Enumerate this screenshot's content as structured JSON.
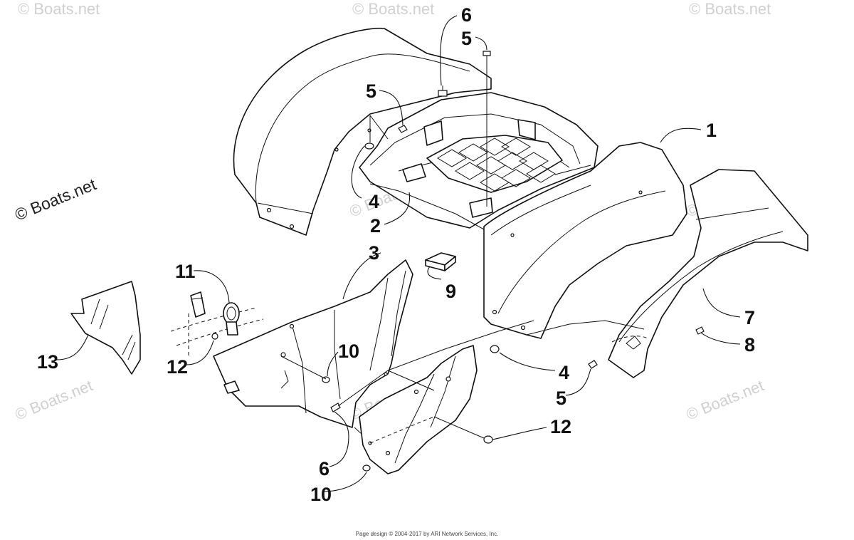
{
  "watermark": {
    "text": "© Boats.net",
    "side_text": "© Boats.net"
  },
  "callouts": {
    "c1": "1",
    "c2": "2",
    "c3": "3",
    "c4a": "4",
    "c4b": "4",
    "c5a": "5",
    "c5b": "5",
    "c5c": "5",
    "c6a": "6",
    "c6b": "6",
    "c7": "7",
    "c8": "8",
    "c9": "9",
    "c10a": "10",
    "c10b": "10",
    "c11": "11",
    "c12a": "12",
    "c12b": "12",
    "c13": "13"
  },
  "footer": "Page design © 2004-2017 by ARI Network Services, Inc."
}
